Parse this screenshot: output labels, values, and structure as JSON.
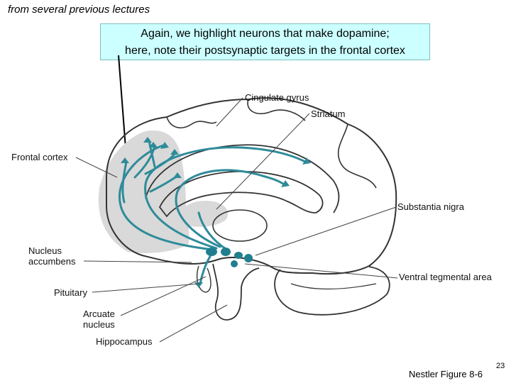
{
  "subtitle": "from several previous lectures",
  "callout": {
    "line1": "Again, we highlight neurons that make dopamine;",
    "line2": "here, note their postsynaptic targets in the frontal cortex"
  },
  "labels": {
    "cingulate_gyrus": "Cingulate gyrus",
    "striatum": "Striatum",
    "frontal_cortex": "Frontal cortex",
    "substantia_nigra": "Substantia nigra",
    "nucleus_accumbens_1": "Nucleus",
    "nucleus_accumbens_2": "accumbens",
    "ventral_tegmental_area": "Ventral tegmental area",
    "pituitary": "Pituitary",
    "arcuate_1": "Arcuate",
    "arcuate_2": "nucleus",
    "hippocampus": "Hippocampus"
  },
  "credit": "Nestler Figure 8-6",
  "page_number": "23",
  "colors": {
    "pathway": "#2e8b9a",
    "shading": "#d8d8d8",
    "callout_bg": "#ccffff"
  }
}
